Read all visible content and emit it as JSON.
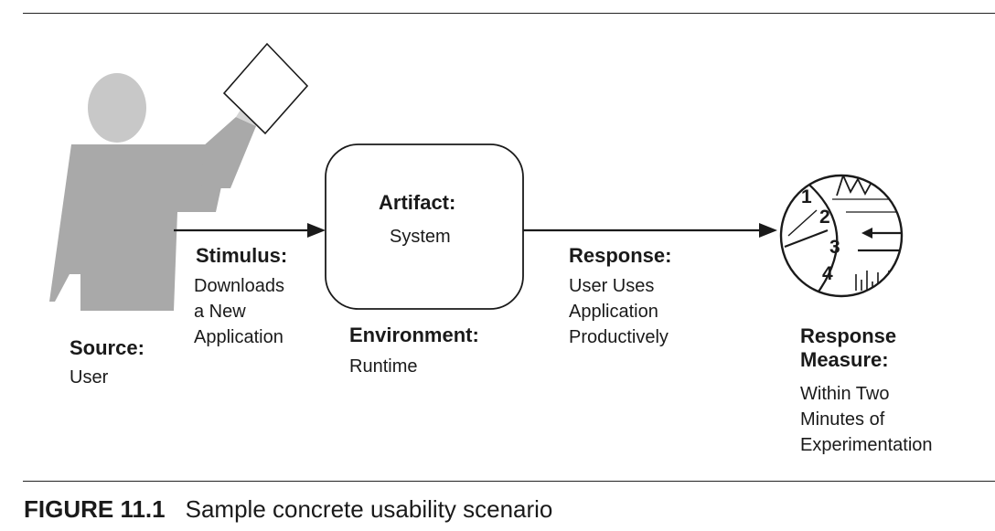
{
  "source": {
    "heading": "Source:",
    "text": "User"
  },
  "stimulus": {
    "heading": "Stimulus:",
    "lines": [
      "Downloads",
      "a New",
      "Application"
    ]
  },
  "artifact": {
    "heading": "Artifact:",
    "text": "System"
  },
  "environment": {
    "heading": "Environment:",
    "text": "Runtime"
  },
  "response": {
    "heading": "Response:",
    "lines": [
      "User Uses",
      "Application",
      "Productively"
    ]
  },
  "response_measure": {
    "heading_lines": [
      "Response",
      "Measure:"
    ],
    "lines": [
      "Within Two",
      "Minutes of",
      "Experimentation"
    ],
    "gauge_numbers": [
      "1",
      "2",
      "3",
      "4"
    ]
  },
  "caption": {
    "number": "FIGURE 11.1",
    "text": "Sample concrete usability scenario"
  },
  "colors": {
    "figure_gray": "#a9a9a9",
    "head_gray": "#c8c8c8",
    "line": "#1a1a1a"
  }
}
